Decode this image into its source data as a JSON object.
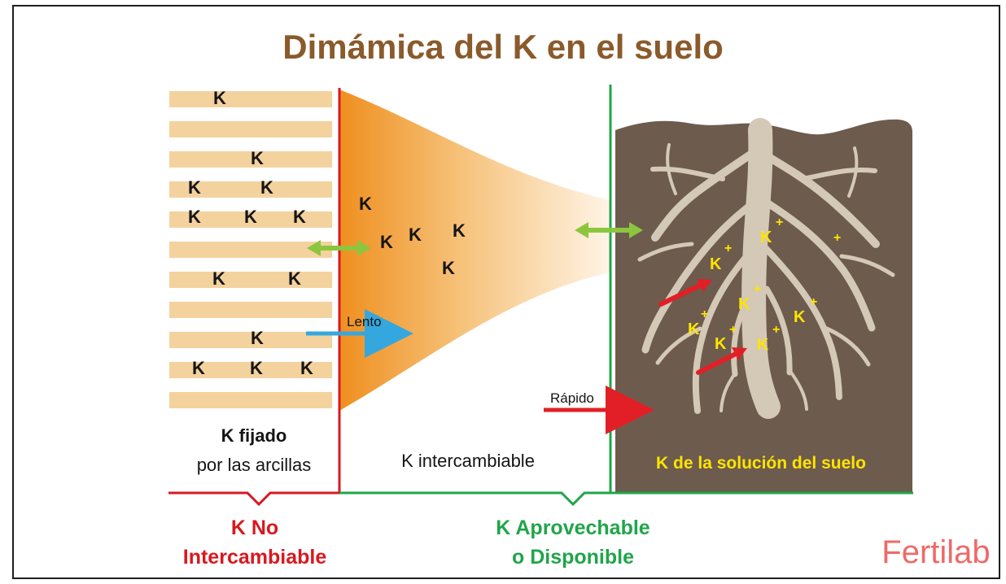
{
  "header": {
    "title": "Dimámica del K en el suelo"
  },
  "sections": {
    "fixed_label_line1": "K fijado",
    "fixed_label_line2": "por las arcillas",
    "exchangeable_label": "K intercambiable",
    "solution_label": "K de la solución del suelo"
  },
  "labels": {
    "slow": "Lento",
    "fast": "Rápido",
    "k_symbol": "K",
    "plus_symbol": "+"
  },
  "groups": {
    "non_exchangeable_line1": "K No",
    "non_exchangeable_line2": "Intercambiable",
    "available_line1": "K Aprovechable",
    "available_line2": "o Disponible"
  },
  "footer": {
    "brand": "Fertilab"
  },
  "colors": {
    "title_brown": "#8b5a2b",
    "clay_band": "#f4d29e",
    "gradient_deep": "#ef8f1f",
    "gradient_light": "#fff4e6",
    "soil_brown": "#6d5b4d",
    "root_beige": "#d4c9b6",
    "red_line": "#d71920",
    "green_line": "#20a54a",
    "double_arrow_green": "#8cc63f",
    "slow_arrow_blue": "#35a7df",
    "fast_arrow_red": "#e21f26",
    "brand_pink": "#ee6a67",
    "k_ion_yellow": "#ffe400"
  }
}
